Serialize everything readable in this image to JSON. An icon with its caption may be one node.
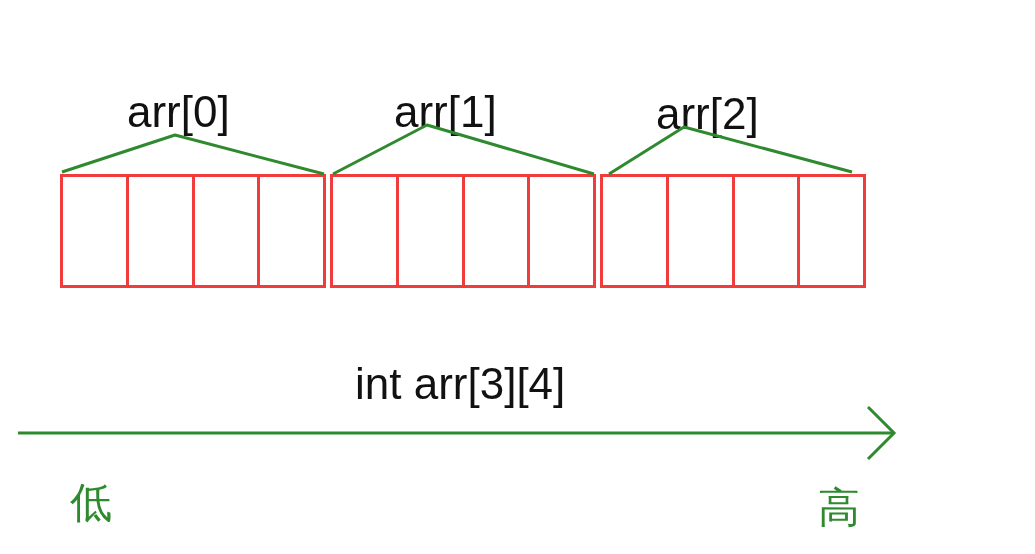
{
  "diagram": {
    "nodes": [
      {
        "text": [
          "arr[0]"
        ]
      },
      {
        "text": [],
        "shape": "box",
        "in": 0
      },
      {
        "text": [],
        "shape": "box",
        "in": 0
      },
      {
        "text": [],
        "shape": "box",
        "in": 0
      },
      {
        "text": [],
        "shape": "box",
        "in": 0
      },
      {
        "text": [
          "arr[1]"
        ]
      },
      {
        "text": [],
        "shape": "box",
        "in": 5
      },
      {
        "text": [],
        "shape": "box",
        "in": 5
      },
      {
        "text": [],
        "shape": "box",
        "in": 5
      },
      {
        "text": [],
        "shape": "box",
        "in": 5
      },
      {
        "text": [
          "arr[2]"
        ]
      },
      {
        "text": [],
        "shape": "box",
        "in": 10
      },
      {
        "text": [],
        "shape": "box",
        "in": 10
      },
      {
        "text": [],
        "shape": "box",
        "in": 10
      },
      {
        "text": [],
        "shape": "box",
        "in": 10
      }
    ],
    "labels": [
      "int arr[3][4]",
      "低",
      "高"
    ]
  }
}
